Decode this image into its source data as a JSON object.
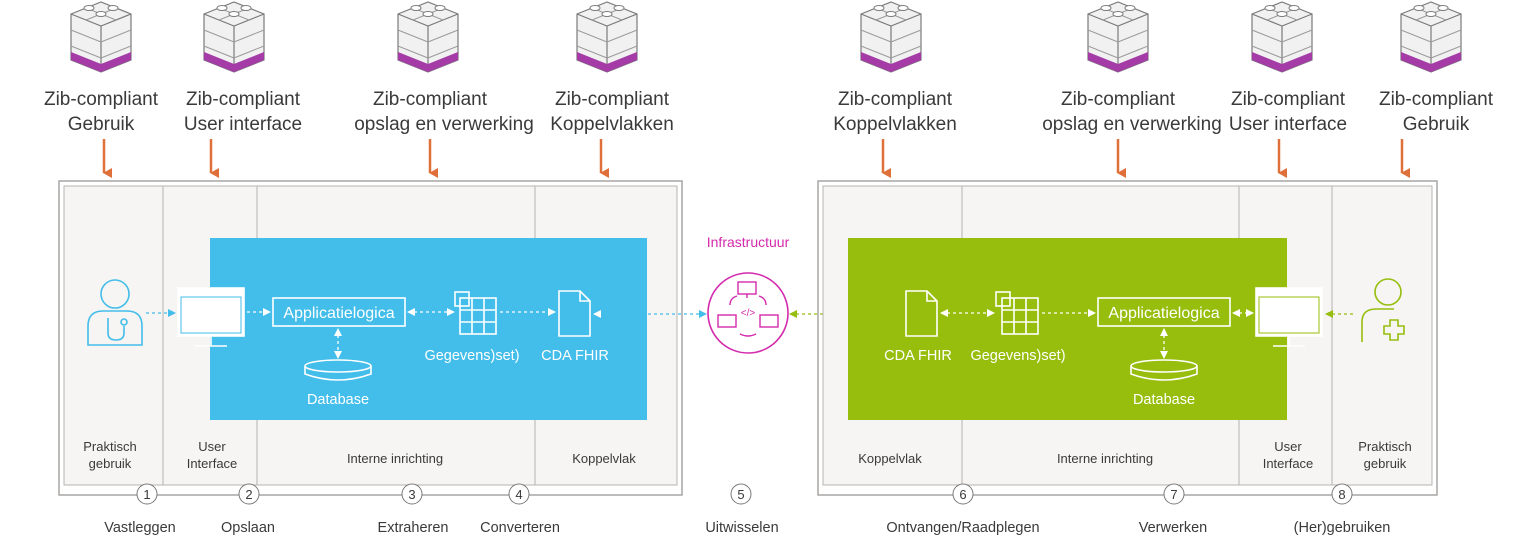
{
  "colors": {
    "blue": "#43bdea",
    "green": "#97be0d",
    "magenta": "#d42aac",
    "orange": "#e0703a",
    "panel_bg": "#f6f5f3",
    "panel_border": "#a8a6a3"
  },
  "left_tops": [
    {
      "line1": "Zib-compliant",
      "line2": "Gebruik"
    },
    {
      "line1": "Zib-compliant",
      "line2": "User interface"
    },
    {
      "line1": "Zib-compliant",
      "line2": "opslag en verwerking"
    },
    {
      "line1": "Zib-compliant",
      "line2": "Koppelvlakken"
    }
  ],
  "right_tops": [
    {
      "line1": "Zib-compliant",
      "line2": "Koppelvlakken"
    },
    {
      "line1": "Zib-compliant",
      "line2": "opslag en verwerking"
    },
    {
      "line1": "Zib-compliant",
      "line2": "User interface"
    },
    {
      "line1": "Zib-compliant",
      "line2": "Gebruik"
    }
  ],
  "left_columns": {
    "c1_line1": "Praktisch",
    "c1_line2": "gebruik",
    "c2_line1": "User",
    "c2_line2": "Interface",
    "c3": "Interne inrichting",
    "c4": "Koppelvlak"
  },
  "right_columns": {
    "c1": "Koppelvlak",
    "c2": "Interne inrichting",
    "c3_line1": "User",
    "c3_line2": "Interface",
    "c4_line1": "Praktisch",
    "c4_line2": "gebruik"
  },
  "left_block": {
    "app": "Applicatielogica",
    "database": "Database",
    "dataset": "Gegevens)set)",
    "cda": "CDA FHIR"
  },
  "right_block": {
    "app": "Applicatielogica",
    "database": "Database",
    "dataset": "Gegevens)set)",
    "cda": "CDA FHIR"
  },
  "infrastructure": "Infrastructuur",
  "steps": [
    {
      "num": "1",
      "label": "Vastleggen"
    },
    {
      "num": "2",
      "label": "Opslaan"
    },
    {
      "num": "3",
      "label": "Extraheren"
    },
    {
      "num": "4",
      "label": "Converteren"
    },
    {
      "num": "5",
      "label": "Uitwisselen"
    },
    {
      "num": "6",
      "label": "Ontvangen/Raadplegen"
    },
    {
      "num": "7",
      "label": "Verwerken"
    },
    {
      "num": "8",
      "label": "(Her)gebruiken"
    }
  ]
}
